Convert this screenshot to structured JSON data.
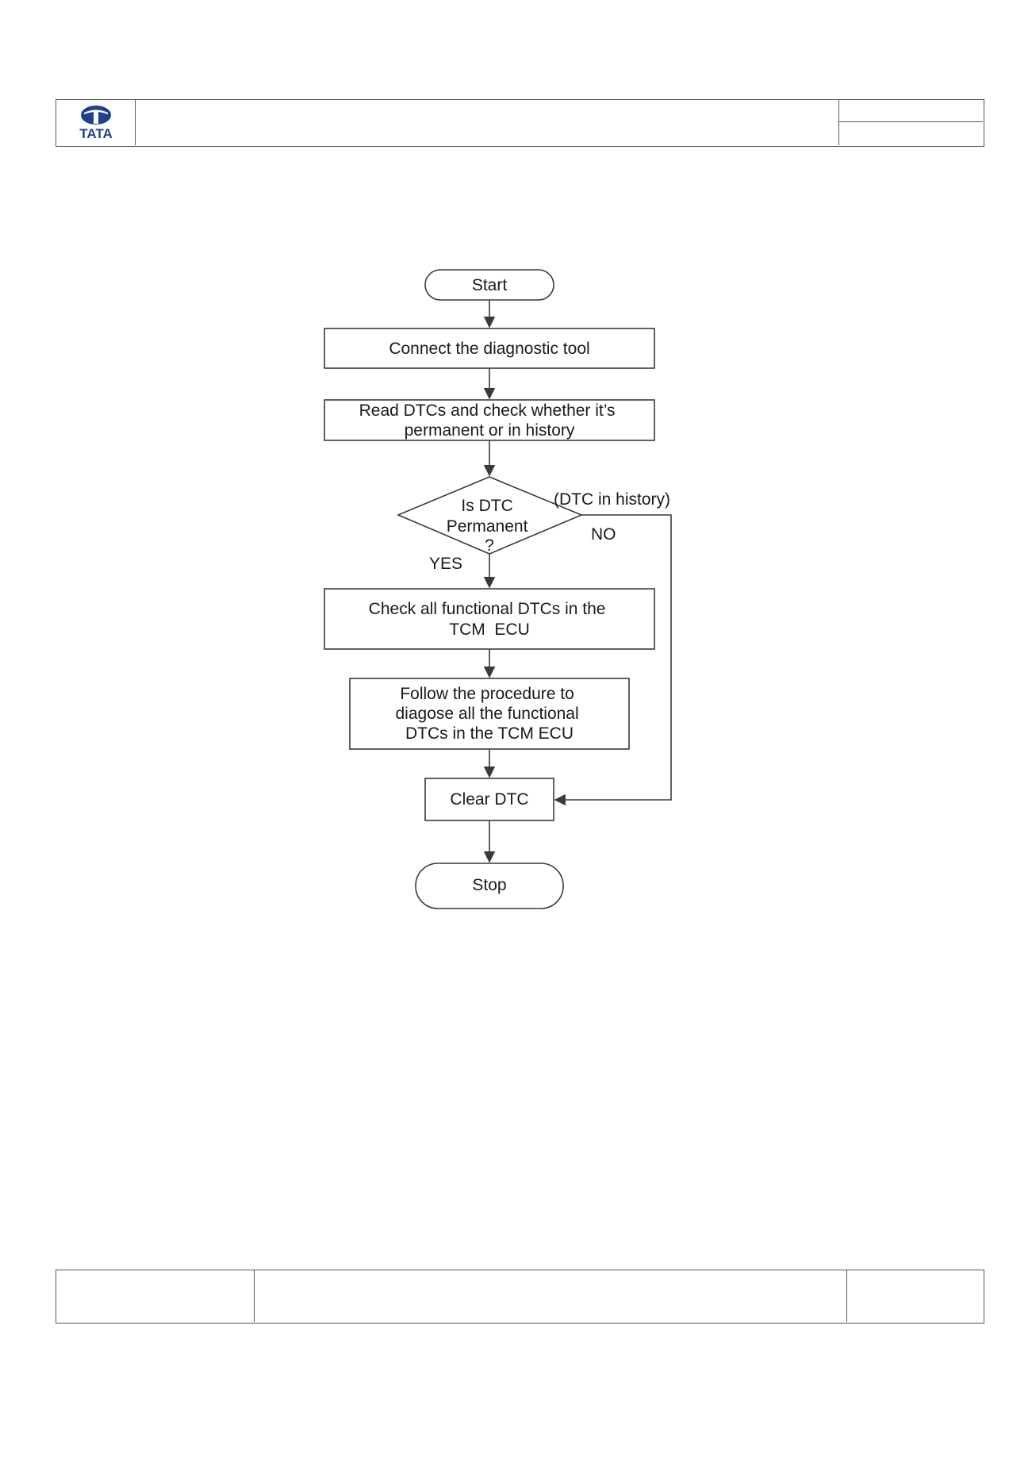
{
  "header": {
    "logo_text": "TATA",
    "logo_icon": "tata-logo-icon",
    "title": "",
    "right_top": "",
    "right_bottom": ""
  },
  "footer": {
    "left": "",
    "center": "",
    "right": ""
  },
  "flowchart": {
    "nodes": {
      "start": [
        "Start"
      ],
      "connect": [
        "Connect the diagnostic tool"
      ],
      "read": [
        "Read DTCs and check whether it’s",
        "permanent or in history"
      ],
      "decision": [
        "Is DTC",
        "Permanent",
        "?"
      ],
      "check": [
        "Check all functional DTCs in the",
        "TCM  ECU"
      ],
      "follow": [
        "Follow the procedure to",
        "diagose all the functional",
        "DTCs in the TCM ECU"
      ],
      "clear": [
        "Clear DTC"
      ],
      "stop": [
        "Stop"
      ]
    },
    "edge_labels": {
      "history": "(DTC in history)",
      "no": "NO",
      "yes": "YES"
    }
  },
  "colors": {
    "line": "#3a3a3a",
    "logo": "#1f3f8f",
    "border": "#555555"
  }
}
